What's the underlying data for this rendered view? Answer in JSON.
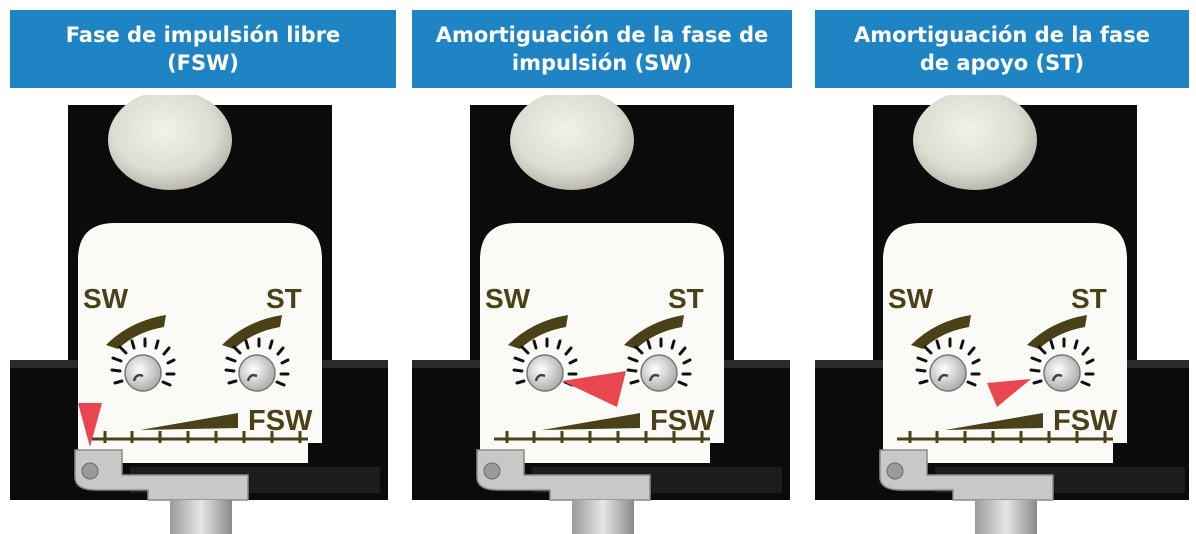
{
  "colors": {
    "header_bg": "#1f84c4",
    "header_text": "#ffffff",
    "label_olive": "#4a4118",
    "arrow_red": "#e8474f",
    "body_black": "#0b0b0b",
    "plate_white": "#fafaf6"
  },
  "panels": [
    {
      "title_line1": "Fase de impulsión libre",
      "title_line2": "(FSW)",
      "label_sw": "SW",
      "label_st": "ST",
      "label_fsw": "FSW",
      "pointer_target": "fsw-screw"
    },
    {
      "title_line1": "Amortiguación de la fase de",
      "title_line2": "impulsión (SW)",
      "label_sw": "SW",
      "label_st": "ST",
      "label_fsw": "FSW",
      "pointer_target": "sw-valve"
    },
    {
      "title_line1": "Amortiguación de la fase",
      "title_line2": "de apoyo (ST)",
      "label_sw": "SW",
      "label_st": "ST",
      "label_fsw": "FSW",
      "pointer_target": "st-valve"
    }
  ]
}
